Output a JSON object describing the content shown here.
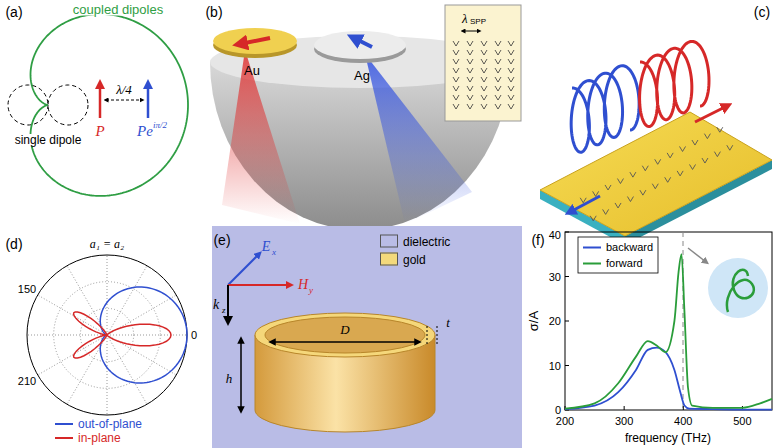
{
  "diagram": {
    "labels": [
      "(a)",
      "coupled dipoles",
      "single dipole",
      "λ/4",
      "P",
      "Pe",
      "iπ/2",
      "(b)",
      "Au",
      "Ag",
      "λ",
      "SPP",
      "(c)",
      "(d)",
      "a₁ = a₂",
      "150",
      "0",
      "210",
      "(e)",
      "E",
      "x",
      "H",
      "y",
      "k",
      "z",
      "D",
      "t",
      "h",
      "(f)",
      "σ/A",
      "0",
      "10",
      "20",
      "30",
      "40",
      "200",
      "300",
      "400",
      "500",
      "frequency (THz)"
    ],
    "legend": [
      {
        "text": "out-of-plane"
      },
      {
        "text": "in-plane"
      },
      {
        "text": "dielectric",
        "color": "#b9bce6"
      },
      {
        "text": "gold",
        "color": "#f3d97c"
      },
      {
        "text": "backward"
      },
      {
        "text": "forward"
      }
    ]
  }
}
